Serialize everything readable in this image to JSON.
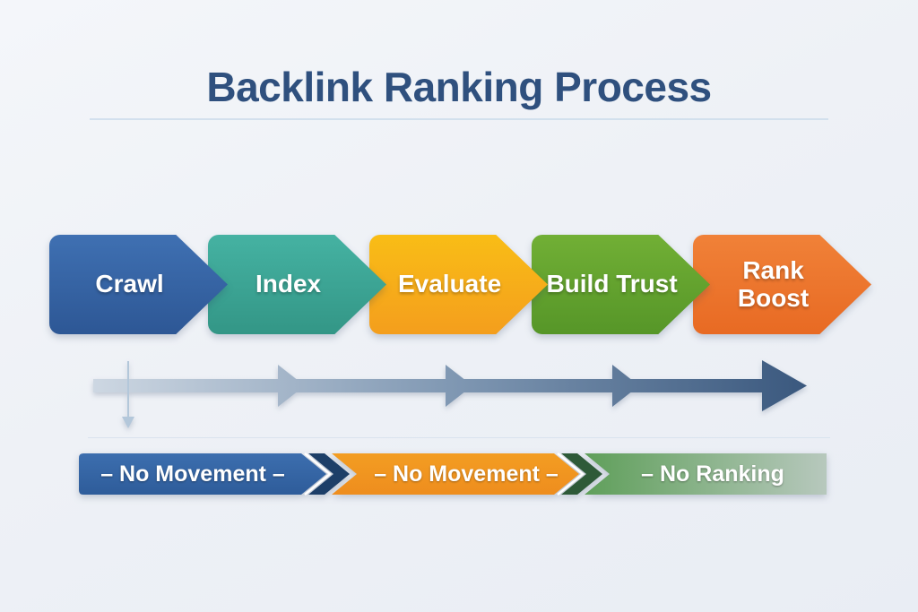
{
  "title": "Backlink Ranking Process",
  "steps": [
    {
      "label": "Crawl",
      "color_top": "#3f70b2",
      "color_bottom": "#2d5795"
    },
    {
      "label": "Index",
      "color_top": "#45b2a2",
      "color_bottom": "#339686"
    },
    {
      "label": "Evaluate",
      "color_top": "#f9bd16",
      "color_bottom": "#f49e1d"
    },
    {
      "label": "Build Trust",
      "color_top": "#71af35",
      "color_bottom": "#569628"
    },
    {
      "label": "Rank Boost",
      "color_top": "#f08138",
      "color_bottom": "#e86a23"
    }
  ],
  "timeline": {
    "gradient_start": "#cdd7e2",
    "gradient_mid": "#8098b3",
    "gradient_end": "#3a587e"
  },
  "bottom_bar": {
    "segments": [
      {
        "label": "– No Movement –",
        "color_top": "#3c6eae",
        "color_bottom": "#2e5c9a",
        "separator_color": "#1d3f68"
      },
      {
        "label": "– No Movement –",
        "color_top": "#f39d22",
        "color_bottom": "#ee8d1e",
        "separator_color": "#2e5a38"
      },
      {
        "label": "– No Ranking",
        "color_start": "#5f9f5a",
        "color_end": "#b7c8bd"
      }
    ]
  },
  "colors": {
    "background": "#eef1f6",
    "title_text": "#2f507e",
    "divider": "#c8d9ea",
    "step_label_text": "#ffffff",
    "timeline_down_arrow": "#b3c7da",
    "baseline_line": "#d4e0ec",
    "chevron_outline": "#ffffff"
  }
}
